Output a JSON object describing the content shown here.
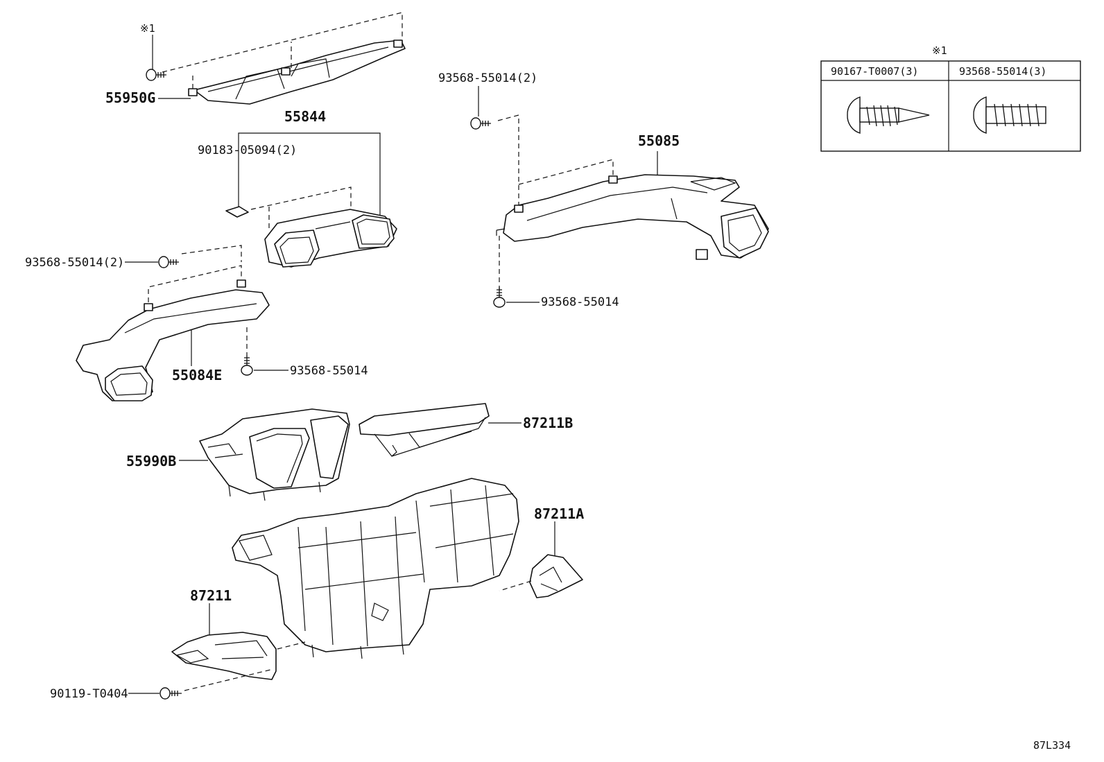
{
  "reference_note": "※1",
  "parts": {
    "p55950G": "55950G",
    "p55844": "55844",
    "p90183": "90183-05094(2)",
    "p93568_2_left": "93568-55014(2)",
    "p55084E": "55084E",
    "p93568_left": "93568-55014",
    "p93568_2_top": "93568-55014(2)",
    "p55085": "55085",
    "p93568_right": "93568-55014",
    "p87211B": "87211B",
    "p55990B": "55990B",
    "p87211A": "87211A",
    "p87211": "87211",
    "p90119": "90119-T0404"
  },
  "legend_table": {
    "title": "※1",
    "columns": [
      "90167-T0007(3)",
      "93568-55014(3)"
    ]
  },
  "figure_code": "87L334"
}
